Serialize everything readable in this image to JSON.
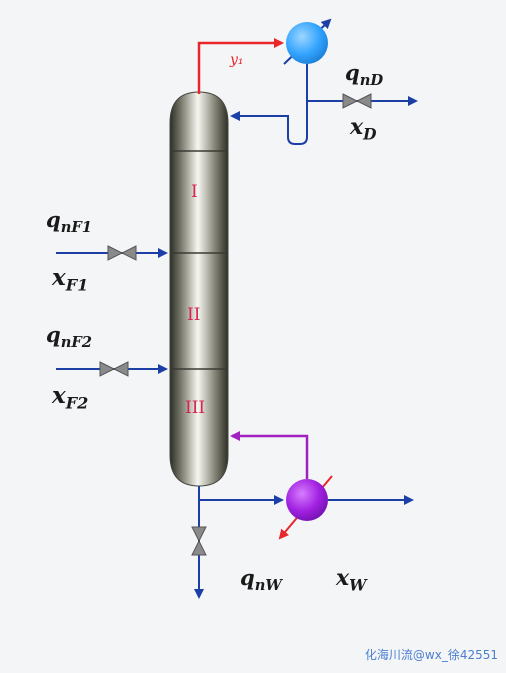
{
  "sections": [
    "I",
    "II",
    "III"
  ],
  "labels": {
    "vapor": "y₁",
    "distillate_flow": "q",
    "distillate_flow_sub": "nD",
    "distillate_comp": "x",
    "distillate_comp_sub": "D",
    "feed1_flow": "q",
    "feed1_flow_sub": "nF1",
    "feed1_comp": "x",
    "feed1_comp_sub": "F1",
    "feed2_flow": "q",
    "feed2_flow_sub": "nF2",
    "feed2_comp": "x",
    "feed2_comp_sub": "F2",
    "bottoms_flow": "q",
    "bottoms_flow_sub": "nW",
    "bottoms_comp": "x",
    "bottoms_comp_sub": "W"
  },
  "watermark": "化海川流@wx_徐42551",
  "colors": {
    "line": "#1c3fa6",
    "vapor": "#e8262b",
    "reboiler_return": "#a020c0",
    "condenser": "#35a6ff",
    "reboiler": "#a320e0",
    "section_text": "#d6244f",
    "background": "#f4f5f7"
  },
  "icons": [
    "condenser-icon",
    "reboiler-icon",
    "valve-icon"
  ]
}
